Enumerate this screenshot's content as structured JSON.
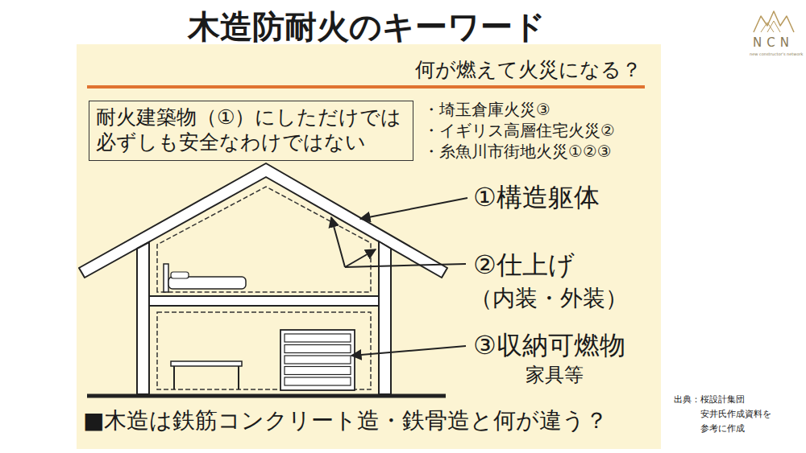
{
  "diagram": {
    "title": "木造防耐火のキーワード",
    "nodes": [
      {
        "text": [
          "何が燃えて火災になる？",
          "■木造は鉄筋コンクリート造・鉄骨造と何が違う？"
        ]
      },
      {
        "text": [
          "耐火建築物（①）にしただけでは 必ずしも安全なわけではない"
        ],
        "in": 0
      }
    ],
    "labels": [
      "・埼玉倉庫火災③",
      "・イギリス高層住宅火災②",
      "・糸魚川市街地火災①②③",
      "①構造躯体",
      "②仕上げ",
      "（内装・外装）",
      "③収納可燃物",
      "家具等",
      "出典：桜設計集団",
      "安井氏作成資料を",
      "参考に作成",
      "NCN",
      "new constructor's network"
    ]
  }
}
